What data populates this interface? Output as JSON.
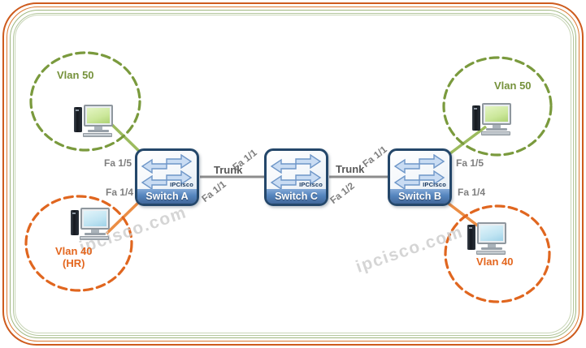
{
  "watermarks": {
    "left": "ipcisco.com",
    "center": "ipcisco.com"
  },
  "switches": {
    "a": {
      "name": "Switch A",
      "brand": "IPCisco"
    },
    "c": {
      "name": "Switch C",
      "brand": "IPCisco"
    },
    "b": {
      "name": "Switch B",
      "brand": "IPCisco"
    }
  },
  "vlans": {
    "top_left": {
      "label": "Vlan 50"
    },
    "top_right": {
      "label": "Vlan 50"
    },
    "bottom_left": {
      "label": "Vlan 40",
      "sublabel": "(HR)"
    },
    "bottom_right": {
      "label": "Vlan 40"
    }
  },
  "links": {
    "a_c": {
      "label": "Trunk",
      "port_near_a": "Fa 1/1",
      "port_near_c": "Fa 1/1"
    },
    "c_b": {
      "label": "Trunk",
      "port_near_c": "Fa 1/2",
      "port_near_b": "Fa 1/1"
    },
    "a_vlan50": {
      "port": "Fa 1/5"
    },
    "a_vlan40": {
      "port": "Fa 1/4"
    },
    "b_vlan50": {
      "port": "Fa 1/5"
    },
    "b_vlan40": {
      "port": "Fa 1/4"
    }
  },
  "colors": {
    "vlan50_green": "#76923C",
    "vlan40_orange": "#E3661E",
    "access_line_green": "#9CBB5E",
    "access_line_orange": "#EB8D44",
    "trunk_line_gray": "#8C8C8C",
    "switch_border_navy": "#24476A",
    "switch_band_blue": "#4F81BD",
    "arrow_fill_blue": "#C9DCF3",
    "frame_orange": "#CE5B1D",
    "frame_green": "#9FB77F",
    "watermark_gray": "#CBCBCB"
  }
}
